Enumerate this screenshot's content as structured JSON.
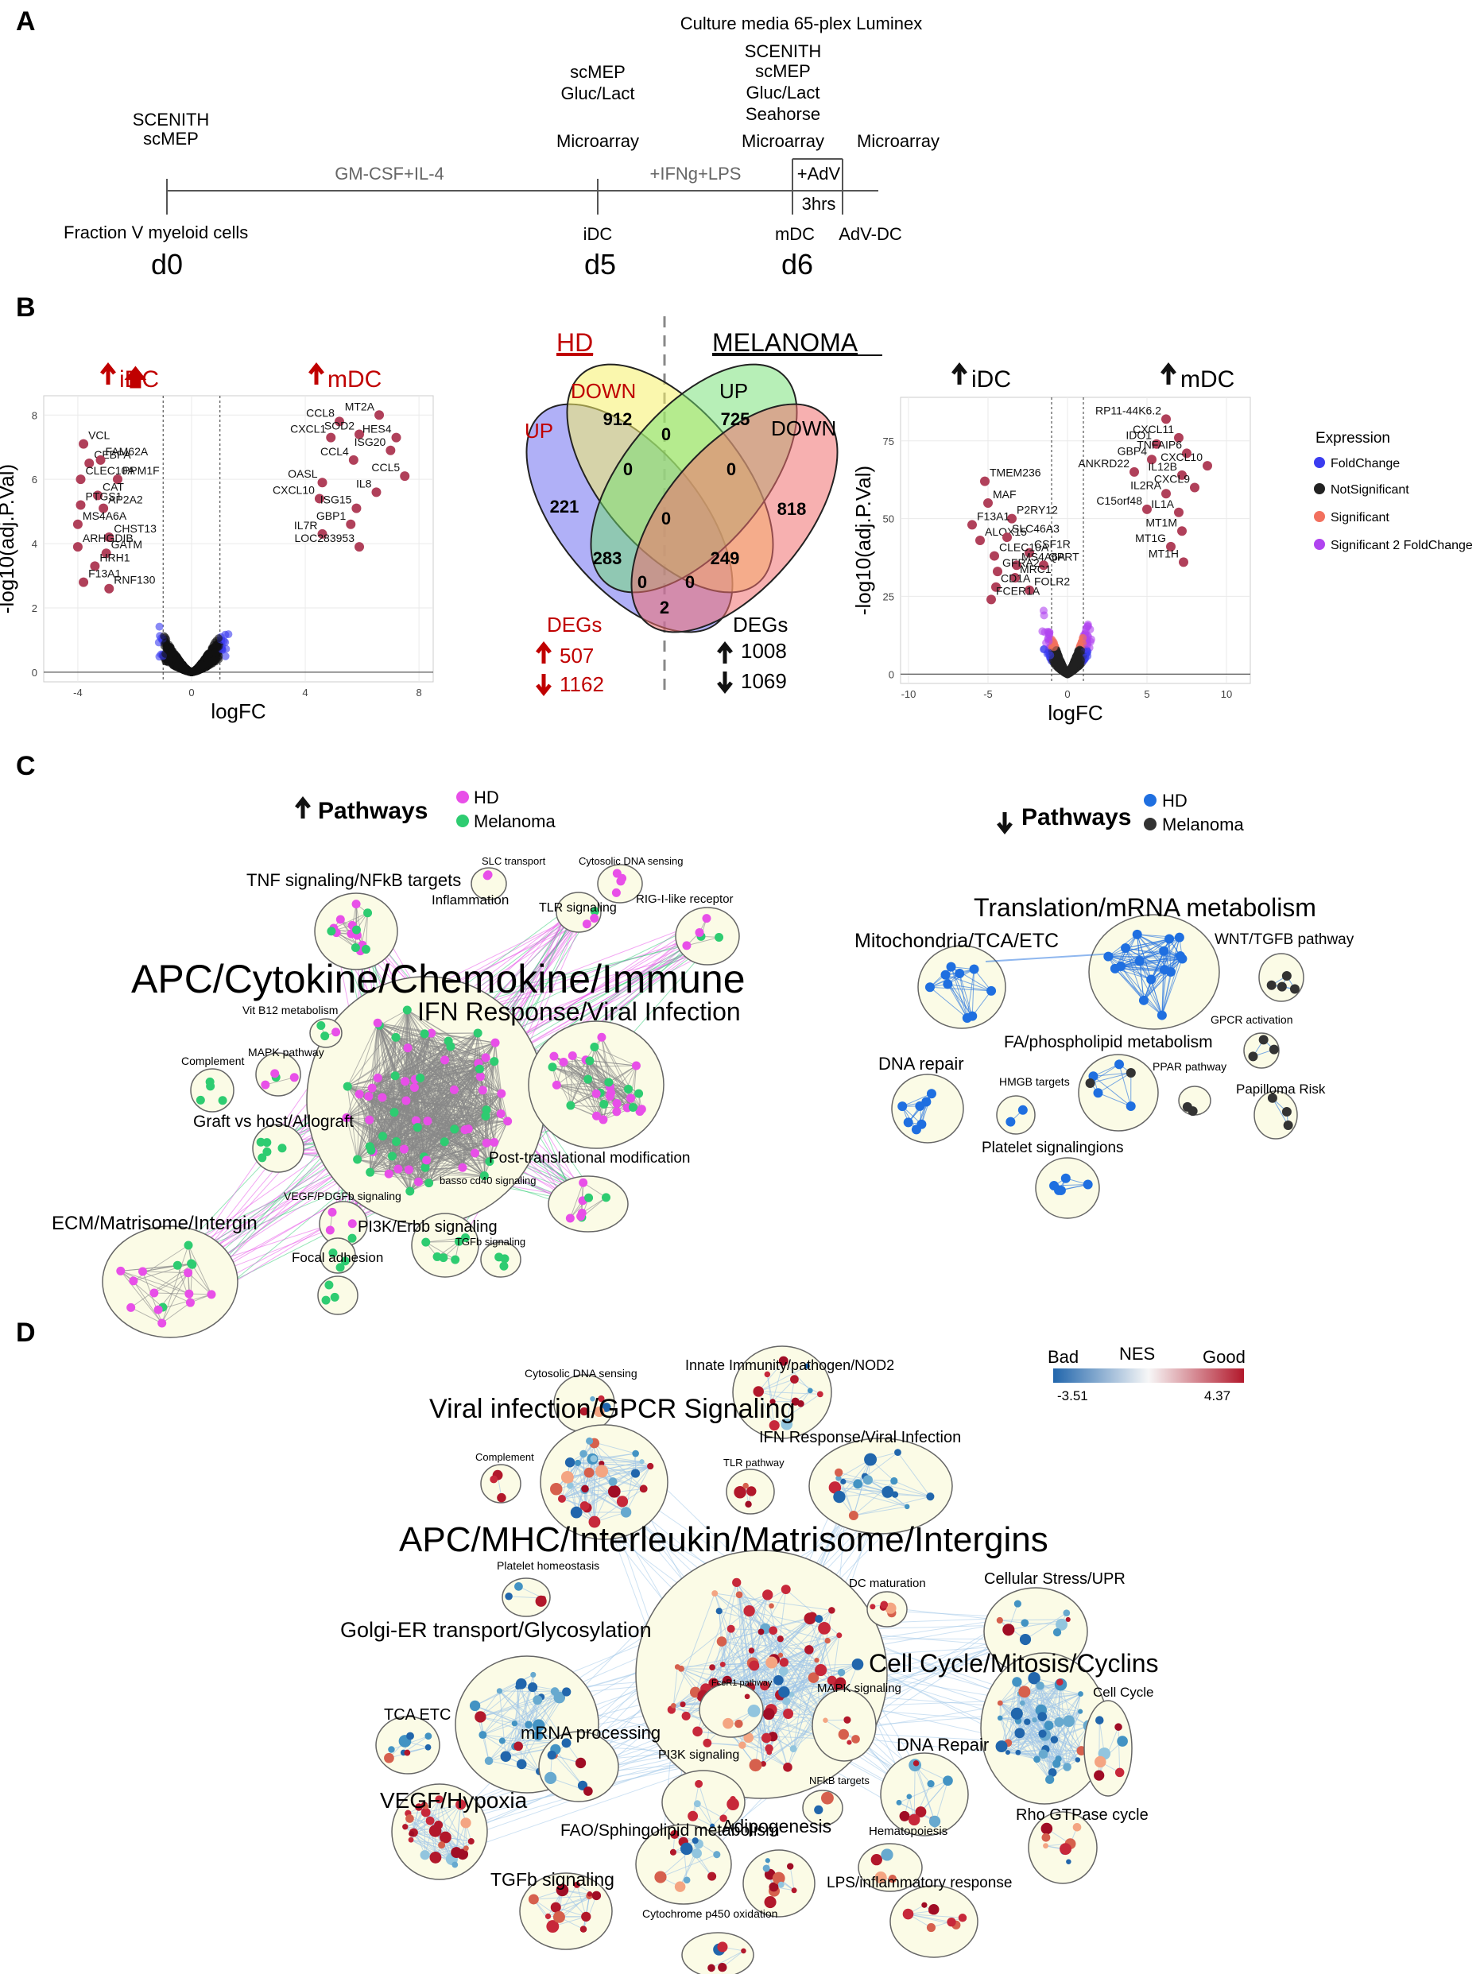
{
  "colors": {
    "red": "#c00000",
    "violet": "#b044f0",
    "salmon": "#f2705e",
    "blue_pt": "#3a3cf0",
    "magenta": "#e84fe8",
    "green": "#2ecc71",
    "blue_net": "#1f6fe0",
    "dark": "#333333",
    "cluster_fill": "#fbfbe6",
    "nes_low": "#2166ac",
    "nes_high": "#b2182b"
  },
  "panelA": {
    "letter": "A",
    "d0_top": [
      "SCENITH",
      "scMEP"
    ],
    "d0_bottom": "Fraction V myeloid cells",
    "d0": "d0",
    "seg1": "GM-CSF+IL-4",
    "d5_top": [
      "scMEP",
      "Gluc/Lact",
      "",
      "Microarray"
    ],
    "d5_bottom": "iDC",
    "d5": "d5",
    "seg2": "+IFNg+LPS",
    "d6_top": [
      "Culture media 65-plex Luminex",
      "SCENITH",
      "scMEP",
      "Gluc/Lact",
      "Seahorse",
      "Microarray"
    ],
    "d6_bottom": "mDC",
    "d6": "d6",
    "seg3": "+AdV",
    "seg3b": "3hrs",
    "end_top": "Microarray",
    "end_bottom": "AdV-DC"
  },
  "panelB": {
    "letter": "B",
    "hd_title": "HD",
    "mel_title": "MELANOMA",
    "venn": {
      "labels": {
        "up_hd": "UP",
        "down_hd": "DOWN",
        "up_mel": "UP",
        "down_mel": "DOWN"
      },
      "numbers": [
        "912",
        "725",
        "221",
        "0",
        "0",
        "818",
        "0",
        "283",
        "0",
        "249",
        "0",
        "0",
        "2"
      ]
    },
    "hd_degs": {
      "title": "DEGs",
      "up": "507",
      "down": "1162"
    },
    "mel_degs": {
      "title": "DEGs",
      "up": "1008",
      "down": "1069"
    },
    "legend": {
      "title": "Expression",
      "items": [
        "FoldChange",
        "NotSignificant",
        "Significant",
        "Significant 2 FoldChange"
      ]
    }
  },
  "chart_data": [
    {
      "type": "scatter",
      "id": "volcano-hd",
      "xlabel": "logFC",
      "ylabel": "-log10(adj.P.Val)",
      "xlim": [
        -5.2,
        8.5
      ],
      "ylim": [
        -0.3,
        8.6
      ],
      "xticks": [
        -4,
        0,
        4,
        8
      ],
      "yticks": [
        0,
        2,
        4,
        6,
        8
      ],
      "tick_labels_x": [
        "-4",
        "0",
        "4",
        "8"
      ],
      "tick_labels_y": [
        "0",
        "2",
        "4",
        "6",
        "8"
      ],
      "thresholds": [
        -1,
        1
      ],
      "left_label": "iDC",
      "right_label": "mDC",
      "labeled_genes": [
        {
          "name": "VCL",
          "x": -3.8,
          "y": 7.1
        },
        {
          "name": "CEBPA",
          "x": -3.6,
          "y": 6.5
        },
        {
          "name": "FAM62A",
          "x": -3.2,
          "y": 6.6
        },
        {
          "name": "CLEC10A",
          "x": -3.9,
          "y": 6.0
        },
        {
          "name": "PPM1F",
          "x": -2.6,
          "y": 6.0
        },
        {
          "name": "CAT",
          "x": -3.3,
          "y": 5.5
        },
        {
          "name": "PTGS1",
          "x": -3.9,
          "y": 5.2
        },
        {
          "name": "AP2A2",
          "x": -3.1,
          "y": 5.1
        },
        {
          "name": "MS4A6A",
          "x": -4.0,
          "y": 4.6
        },
        {
          "name": "CHST13",
          "x": -2.9,
          "y": 4.2
        },
        {
          "name": "ARHGDIB",
          "x": -4.0,
          "y": 3.9
        },
        {
          "name": "GATM",
          "x": -3.0,
          "y": 3.7
        },
        {
          "name": "HRH1",
          "x": -3.4,
          "y": 3.3
        },
        {
          "name": "F13A1",
          "x": -3.8,
          "y": 2.8
        },
        {
          "name": "RNF130",
          "x": -2.9,
          "y": 2.6
        },
        {
          "name": "CCL8",
          "x": 5.2,
          "y": 7.8
        },
        {
          "name": "MT2A",
          "x": 6.6,
          "y": 8.0
        },
        {
          "name": "SOD2",
          "x": 5.9,
          "y": 7.4
        },
        {
          "name": "HES4",
          "x": 7.2,
          "y": 7.3
        },
        {
          "name": "CXCL1",
          "x": 4.9,
          "y": 7.3
        },
        {
          "name": "ISG20",
          "x": 7.0,
          "y": 6.9
        },
        {
          "name": "CCL4",
          "x": 5.7,
          "y": 6.6
        },
        {
          "name": "CCL5",
          "x": 7.5,
          "y": 6.1
        },
        {
          "name": "OASL",
          "x": 4.6,
          "y": 5.9
        },
        {
          "name": "IL8",
          "x": 6.5,
          "y": 5.6
        },
        {
          "name": "CXCL10",
          "x": 4.5,
          "y": 5.4
        },
        {
          "name": "ISG15",
          "x": 5.8,
          "y": 5.1
        },
        {
          "name": "GBP1",
          "x": 5.6,
          "y": 4.6
        },
        {
          "name": "IL7R",
          "x": 4.6,
          "y": 4.3
        },
        {
          "name": "LOC283953",
          "x": 5.9,
          "y": 3.9
        }
      ]
    },
    {
      "type": "scatter",
      "id": "volcano-melanoma",
      "xlabel": "logFC",
      "ylabel": "-log10(adj.P.Val)",
      "xlim": [
        -10.5,
        11.5
      ],
      "ylim": [
        -3,
        89
      ],
      "xticks": [
        -10,
        -5,
        0,
        5,
        10
      ],
      "yticks": [
        0,
        25,
        50,
        75
      ],
      "tick_labels_x": [
        "-10",
        "-5",
        "0",
        "5",
        "10"
      ],
      "tick_labels_y": [
        "0",
        "25",
        "50",
        "75"
      ],
      "thresholds": [
        -1,
        1
      ],
      "left_label": "iDC",
      "right_label": "mDC",
      "labeled_genes": [
        {
          "name": "RP11-44K6.2",
          "x": 6.2,
          "y": 82
        },
        {
          "name": "CXCL11",
          "x": 7.0,
          "y": 76
        },
        {
          "name": "IDO1",
          "x": 5.6,
          "y": 74
        },
        {
          "name": "TNFAIP6",
          "x": 7.5,
          "y": 71
        },
        {
          "name": "GBP4",
          "x": 5.3,
          "y": 69
        },
        {
          "name": "CXCL10",
          "x": 8.8,
          "y": 67
        },
        {
          "name": "ANKRD22",
          "x": 4.2,
          "y": 65
        },
        {
          "name": "IL12B",
          "x": 7.2,
          "y": 64
        },
        {
          "name": "CXCL9",
          "x": 8.0,
          "y": 60
        },
        {
          "name": "IL2RA",
          "x": 6.2,
          "y": 58
        },
        {
          "name": "C15orf48",
          "x": 5.0,
          "y": 53
        },
        {
          "name": "IL1A",
          "x": 7.0,
          "y": 52
        },
        {
          "name": "MT1M",
          "x": 7.2,
          "y": 46
        },
        {
          "name": "MT1G",
          "x": 6.5,
          "y": 41
        },
        {
          "name": "MT1H",
          "x": 7.3,
          "y": 36
        },
        {
          "name": "TMEM236",
          "x": -5.2,
          "y": 62
        },
        {
          "name": "MAF",
          "x": -5.0,
          "y": 55
        },
        {
          "name": "P2RY12",
          "x": -3.5,
          "y": 50
        },
        {
          "name": "F13A1",
          "x": -6.0,
          "y": 48
        },
        {
          "name": "ALOX15",
          "x": -5.5,
          "y": 43
        },
        {
          "name": "SLC46A3",
          "x": -3.8,
          "y": 44
        },
        {
          "name": "CSF1R",
          "x": -2.4,
          "y": 39
        },
        {
          "name": "CLEC10A",
          "x": -4.6,
          "y": 38
        },
        {
          "name": "MS4A6A",
          "x": -3.2,
          "y": 35
        },
        {
          "name": "QPRT",
          "x": -1.5,
          "y": 35
        },
        {
          "name": "GFRA2",
          "x": -4.4,
          "y": 33
        },
        {
          "name": "MRC1",
          "x": -3.3,
          "y": 31
        },
        {
          "name": "CD1A",
          "x": -4.5,
          "y": 28
        },
        {
          "name": "FOLR2",
          "x": -2.4,
          "y": 27
        },
        {
          "name": "FCER1A",
          "x": -4.8,
          "y": 24
        }
      ]
    }
  ],
  "panelC": {
    "letter": "C",
    "up_title": "Pathways",
    "up_legend": [
      "HD",
      "Melanoma"
    ],
    "down_title": "Pathways",
    "down_legend": [
      "HD",
      "Melanoma"
    ],
    "up_labels": [
      "TNF signaling/NFkB targets",
      "SLC transport",
      "Cytosolic DNA sensing",
      "Inflammation",
      "TLR signaling",
      "RIG-I-like receptor",
      "APC/Cytokine/Chemokine/Immune",
      "Vit B12 metabolism",
      "IFN Response/Viral Infection",
      "MAPK pathway",
      "Complement",
      "Graft vs host/Allograft",
      "Post-translational modification",
      "basso cd40 signaling",
      "VEGF/PDGFb signaling",
      "ECM/Matrisome/Intergin",
      "PI3K/Erbb signaling",
      "TGFb signaling",
      "Focal adhesion"
    ],
    "down_labels": [
      "Translation/mRNA metabolism",
      "Mitochondria/TCA/ETC",
      "WNT/TGFB pathway",
      "GPCR activation",
      "FA/phospholipid metabolism",
      "DNA repair",
      "HMGB targets",
      "PPAR pathway",
      "Papilloma Risk",
      "Platelet signalingions"
    ]
  },
  "panelD": {
    "letter": "D",
    "nes": {
      "bad": "Bad",
      "title": "NES",
      "good": "Good",
      "min": "-3.51",
      "max": "4.37"
    },
    "labels": [
      "Cytosolic DNA sensing",
      "Innate Immunity/pathogen/NOD2",
      "Viral infection/GPCR Signaling",
      "IFN Response/Viral Infection",
      "Complement",
      "TLR pathway",
      "APC/MHC/Interleukin/Matrisome/Intergins",
      "Platelet homeostasis",
      "DC maturation",
      "Cellular Stress/UPR",
      "Golgi-ER transport/Glycosylation",
      "Cell Cycle/Mitosis/Cyclins",
      "FceR1 pathway",
      "MAPK signaling",
      "Cell Cycle",
      "TCA ETC",
      "mRNA processing",
      "DNA Repair",
      "PI3K signaling",
      "NFkB targets",
      "VEGF/Hypoxia",
      "Rho GTPase cycle",
      "FAO/Sphingolipid metabolism",
      "Adipogenesis",
      "Hematopoiesis",
      "TGFb signaling",
      "LPS/inflammatory response",
      "Cytochrome p450 oxidation"
    ]
  }
}
